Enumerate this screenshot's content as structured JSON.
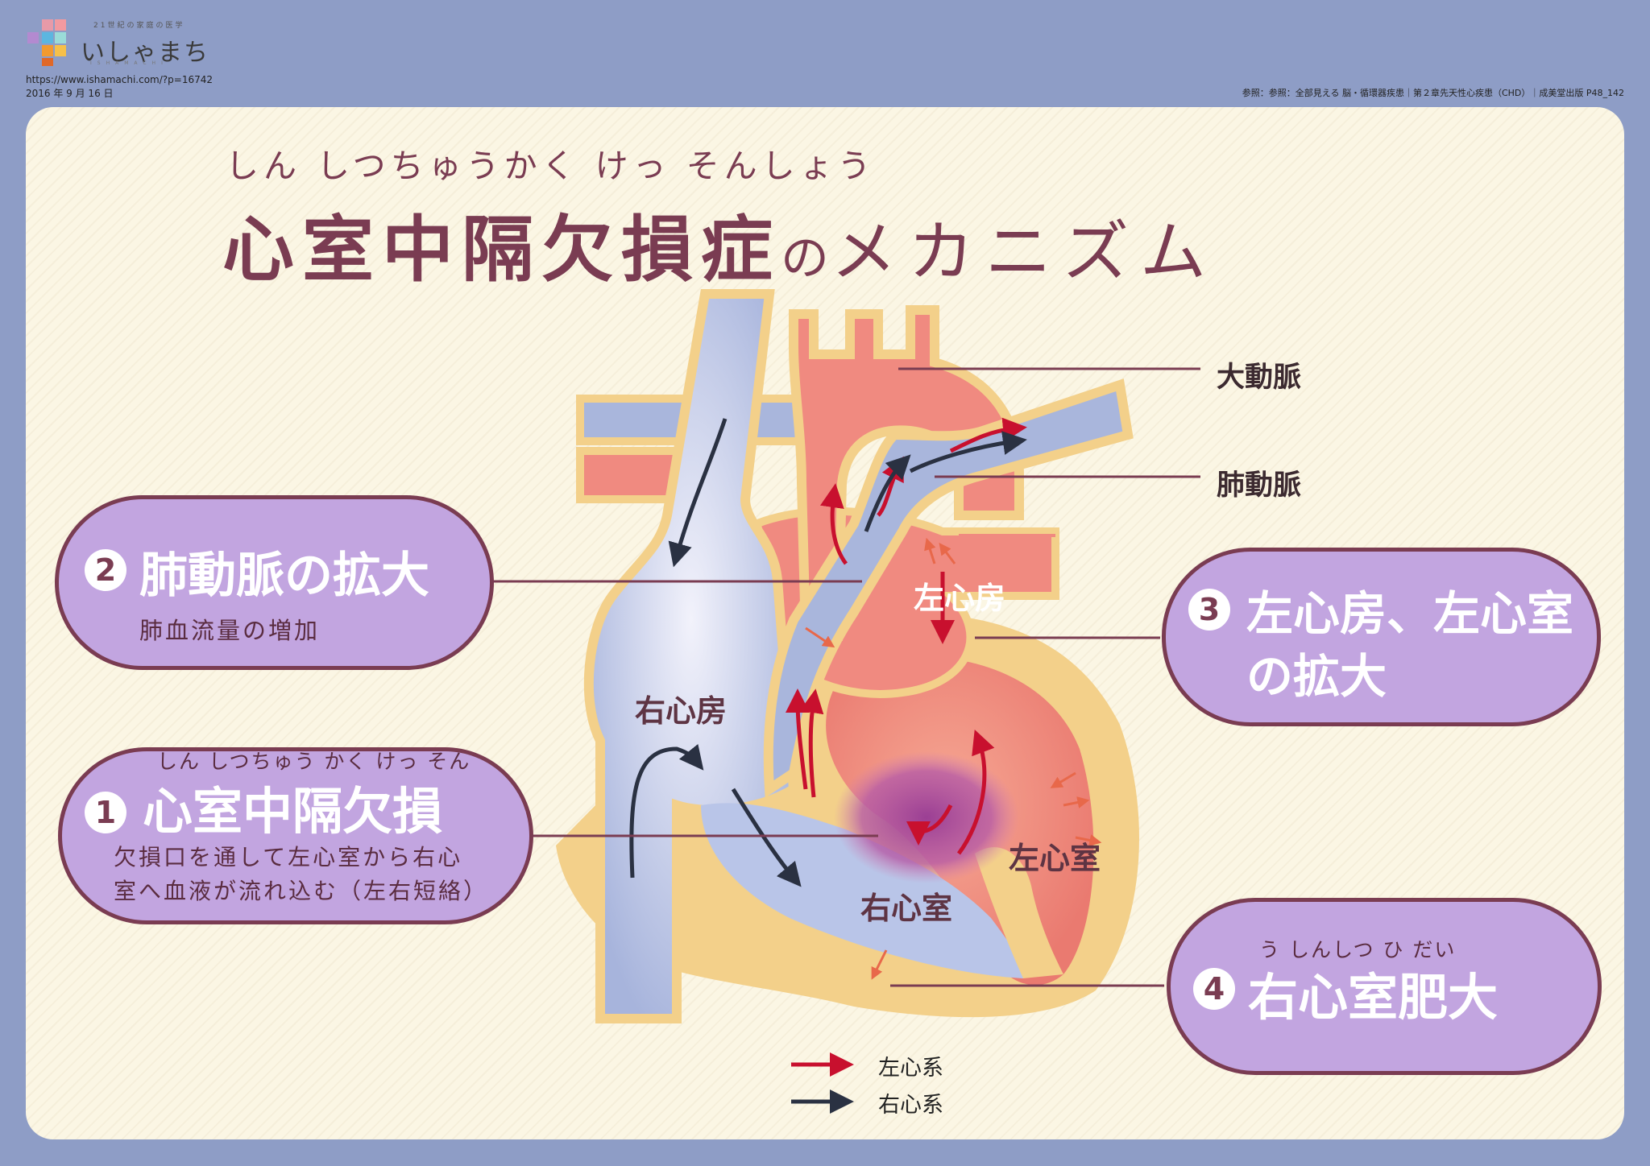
{
  "header": {
    "logo_text": "いしゃまち",
    "logo_tagline": "21世紀の家庭の医学",
    "logo_roman": "ISHAMACHI",
    "source_url": "https://www.ishamachi.com/?p=16742",
    "date": "2016 年 9 月 16 日",
    "reference": "参照：参照：全部見える 脳・循環器疾患｜第２章先天性心疾患（CHD）｜成美堂出版 P48_142"
  },
  "title": {
    "ruby": "しん しつちゅうかく けっ そんしょう",
    "main": "心室中隔欠損症",
    "particle": "の",
    "suffix": "メカニズム"
  },
  "labels": {
    "aorta": "大動脈",
    "pulmonary_artery": "肺動脈",
    "left_atrium": "左心房",
    "right_atrium": "右心房",
    "left_ventricle": "左心室",
    "right_ventricle": "右心室"
  },
  "callouts": {
    "c1": {
      "number": "1",
      "ruby": "しん しつちゅう かく けっ そん",
      "title": "心室中隔欠損",
      "desc_line1": "欠損口を通して左心室から右心",
      "desc_line2": "室へ血液が流れ込む（左右短絡）"
    },
    "c2": {
      "number": "2",
      "title": "肺動脈の拡大",
      "subtitle": "肺血流量の増加"
    },
    "c3": {
      "number": "3",
      "title_line1": "左心房、左心室",
      "title_line2": "の拡大"
    },
    "c4": {
      "number": "4",
      "ruby": "う しんしつ ひ だい",
      "title": "右心室肥大"
    }
  },
  "legend": {
    "left_system": "左心系",
    "right_system": "右心系"
  },
  "colors": {
    "background": "#8e9dc6",
    "panel": "#fbf6e4",
    "title": "#7a3c52",
    "callout_fill": "#c2a5e0",
    "left_system_arrow": "#c8102e",
    "right_system_arrow": "#2a3142",
    "vein_blue": "#a9b6dc",
    "artery_pink": "#f08a80",
    "tissue": "#f3d08a"
  }
}
